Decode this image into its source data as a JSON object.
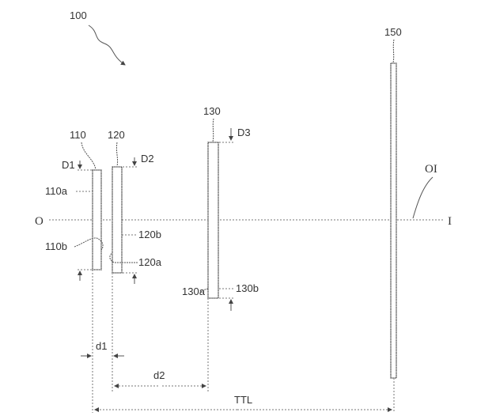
{
  "figure_label": "100",
  "axis": {
    "object_label": "O",
    "image_label": "I",
    "axis_label": "OI"
  },
  "lenses": [
    {
      "ref": "110",
      "front_surface": "110a",
      "rear_surface": "110b",
      "edge_label": "D1"
    },
    {
      "ref": "120",
      "front_surface": "120a",
      "rear_surface": "120b",
      "edge_label": "D2"
    },
    {
      "ref": "130",
      "front_surface": "130a",
      "rear_surface": "130b",
      "edge_label": "D3"
    }
  ],
  "image_plane": {
    "ref": "150"
  },
  "dimensions": {
    "d1": "d1",
    "d2": "d2",
    "ttl": "TTL"
  }
}
